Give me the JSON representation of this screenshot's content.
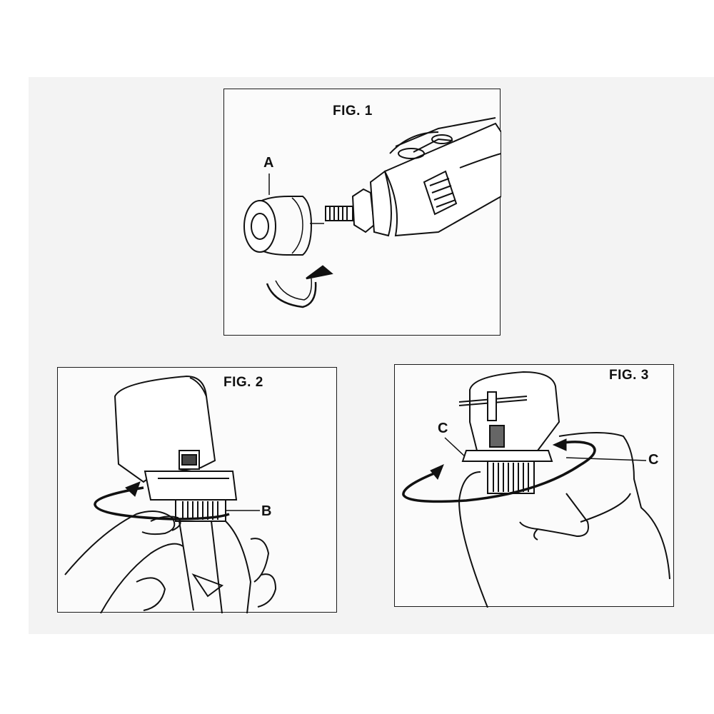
{
  "figures": [
    {
      "title": "FIG. 1",
      "callouts": [
        "A"
      ]
    },
    {
      "title": "FIG. 2",
      "callouts": [
        "B"
      ]
    },
    {
      "title": "FIG. 3",
      "callouts": [
        "C",
        "C"
      ]
    }
  ]
}
